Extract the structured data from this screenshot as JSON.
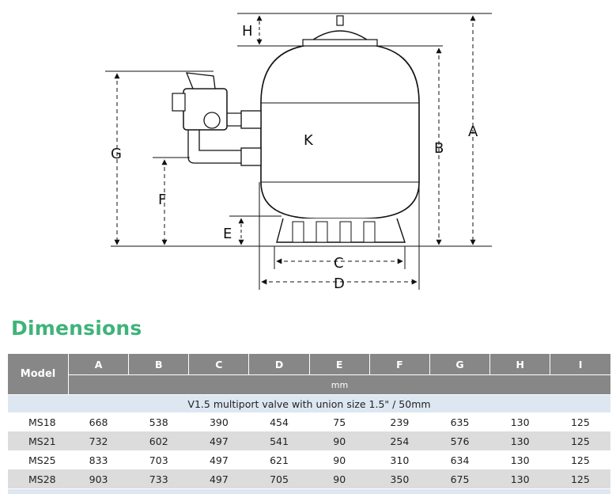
{
  "diagram": {
    "labels": [
      "H",
      "A",
      "B",
      "K",
      "G",
      "F",
      "E",
      "C",
      "D"
    ]
  },
  "section": {
    "title": "Dimensions"
  },
  "table": {
    "model_header": "Model",
    "columns": [
      "A",
      "B",
      "C",
      "D",
      "E",
      "F",
      "G",
      "H",
      "I"
    ],
    "unit": "mm",
    "note": "V1.5 multiport valve with union size 1.5\" / 50mm",
    "rows": [
      {
        "model": "MS18",
        "values": [
          "668",
          "538",
          "390",
          "454",
          "75",
          "239",
          "635",
          "130",
          "125"
        ]
      },
      {
        "model": "MS21",
        "values": [
          "732",
          "602",
          "497",
          "541",
          "90",
          "254",
          "576",
          "130",
          "125"
        ]
      },
      {
        "model": "MS25",
        "values": [
          "833",
          "703",
          "497",
          "621",
          "90",
          "310",
          "634",
          "130",
          "125"
        ]
      },
      {
        "model": "MS28",
        "values": [
          "903",
          "733",
          "497",
          "705",
          "90",
          "350",
          "675",
          "130",
          "125"
        ]
      }
    ]
  }
}
